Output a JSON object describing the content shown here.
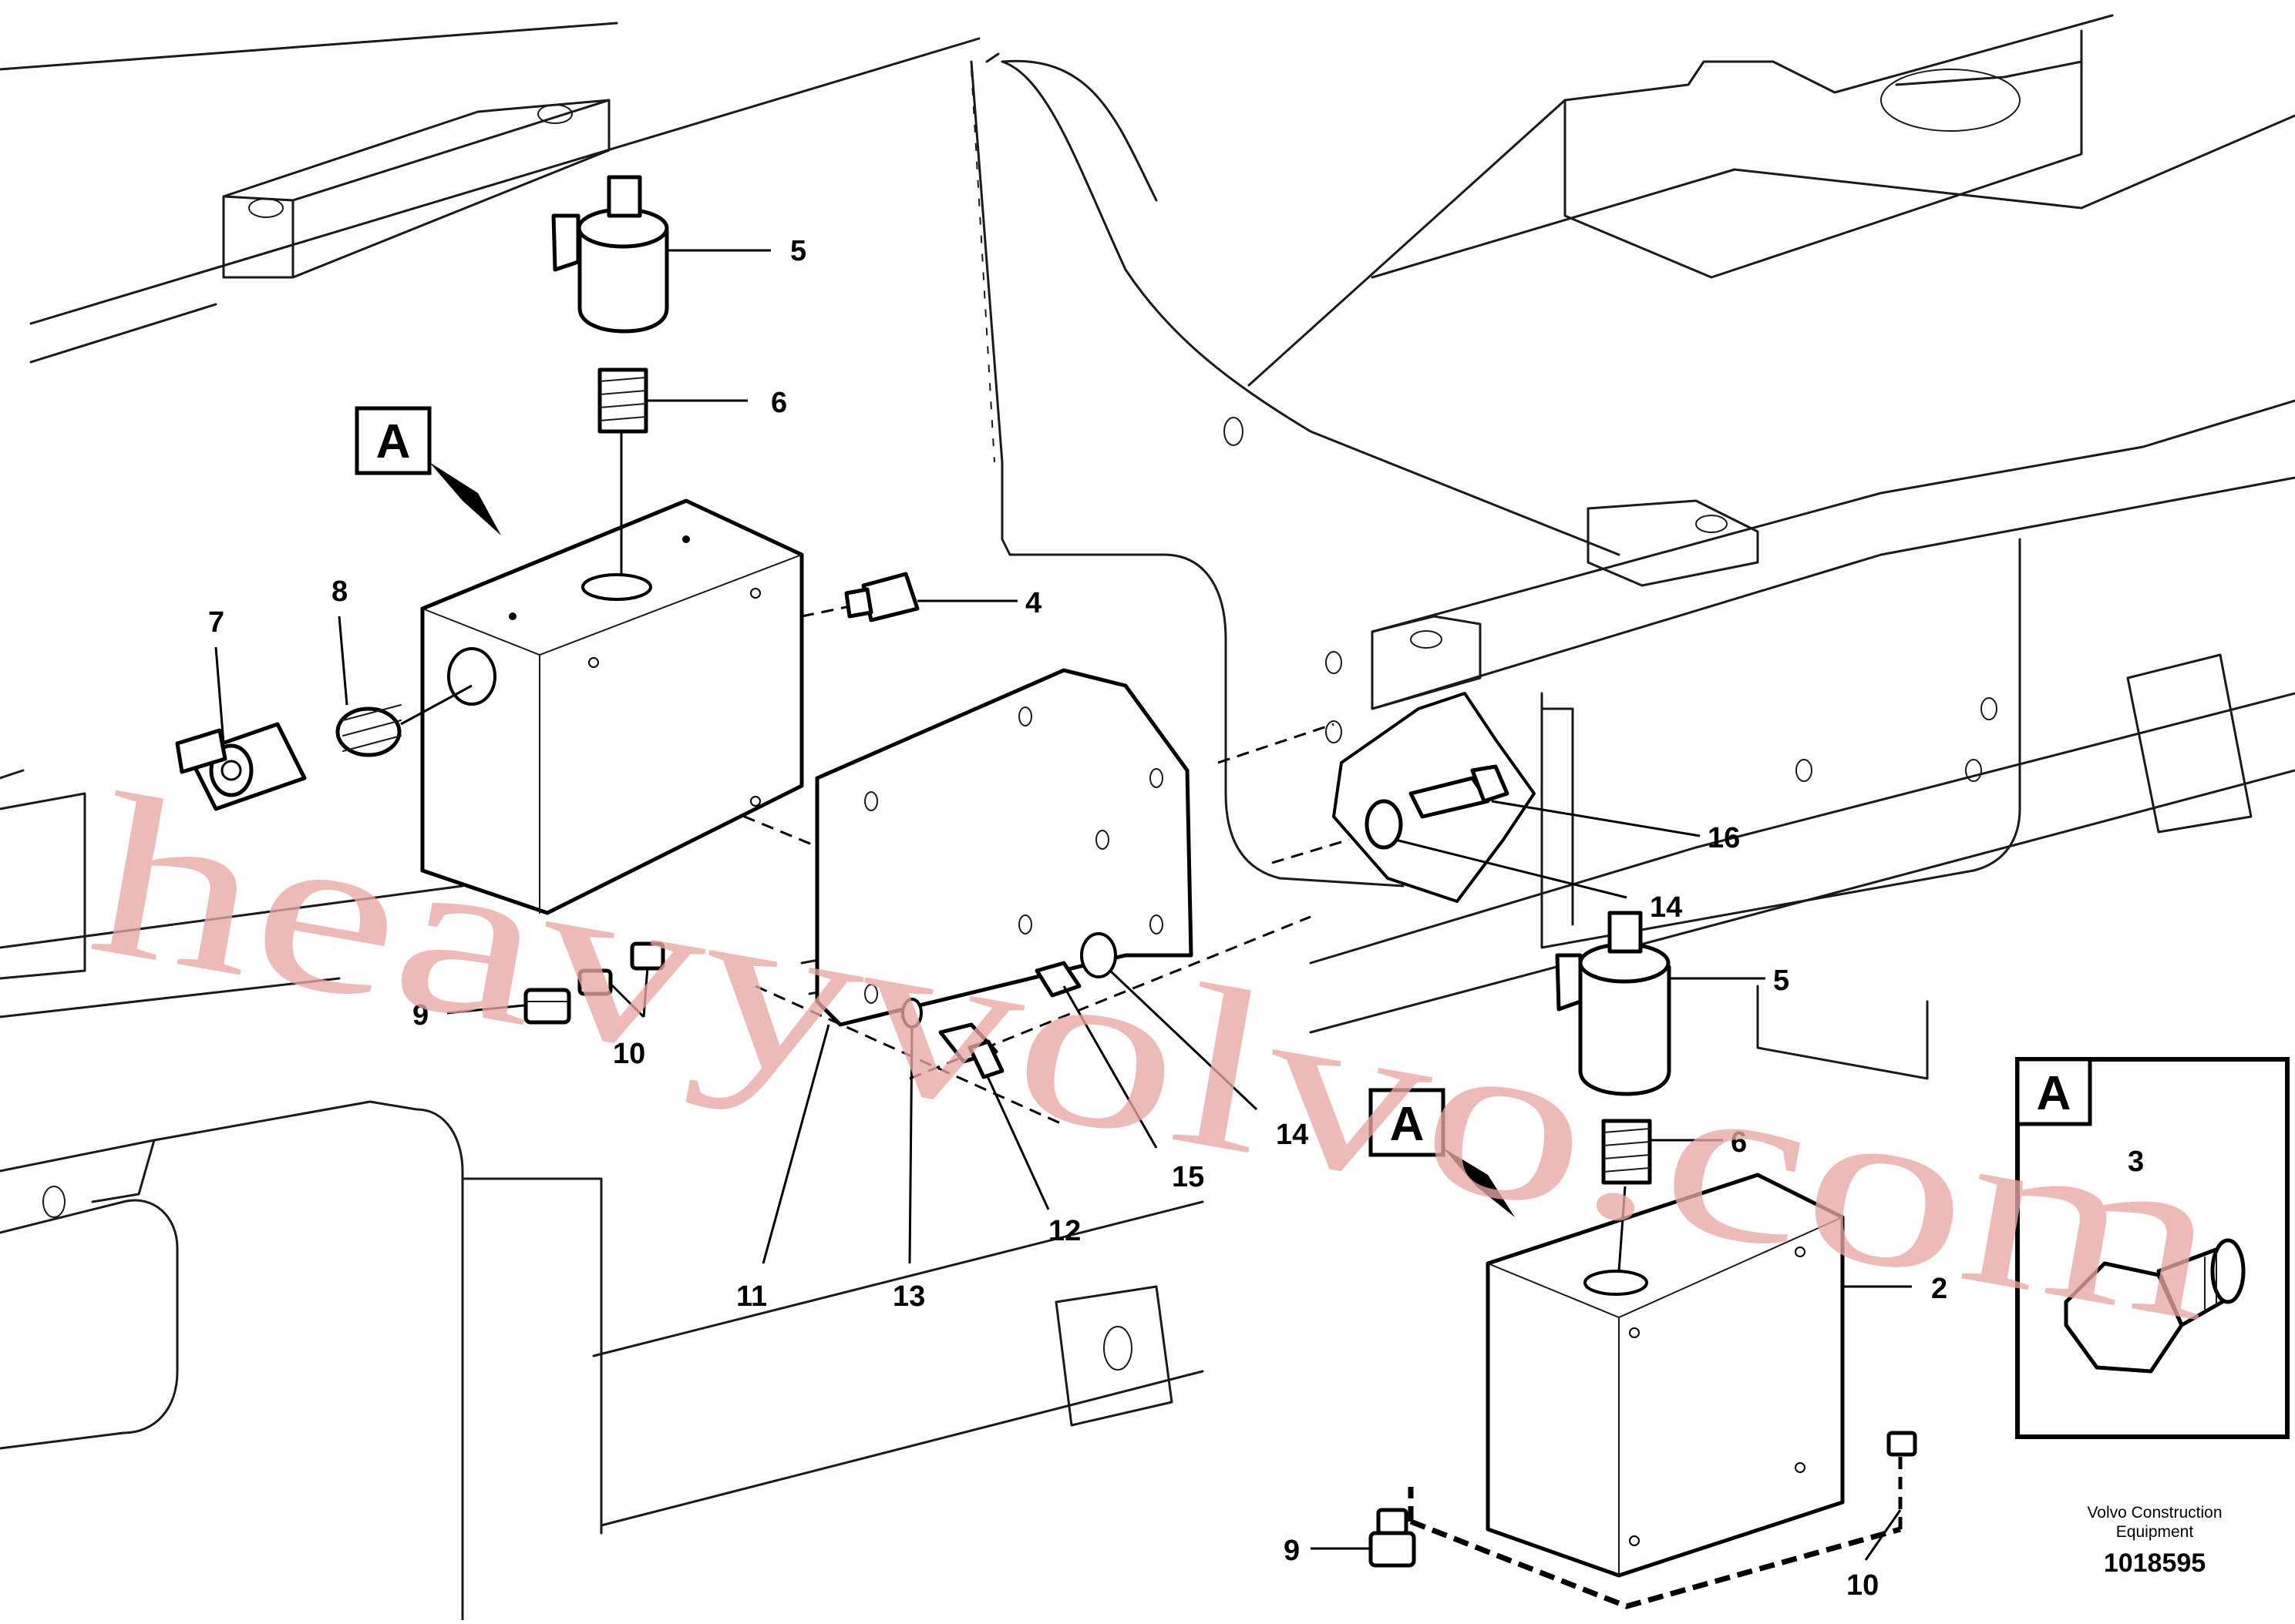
{
  "callouts": {
    "c5a": "5",
    "c6a": "6",
    "c4": "4",
    "c7": "7",
    "c8": "8",
    "c9a": "9",
    "c10a": "10",
    "c16": "16",
    "c14a": "14",
    "c5b": "5",
    "c6b": "6",
    "c14b": "14",
    "c15": "15",
    "c12": "12",
    "c11": "11",
    "c13": "13",
    "c2": "2",
    "c9b": "9",
    "c10b": "10",
    "c3": "3"
  },
  "view_tags": {
    "tag1": "A",
    "tag2": "A",
    "tag3": "A"
  },
  "footer": {
    "company_line1": "Volvo Construction",
    "company_line2": "Equipment",
    "drawing_number": "1018595"
  },
  "watermark": "heavyvolvo.com"
}
